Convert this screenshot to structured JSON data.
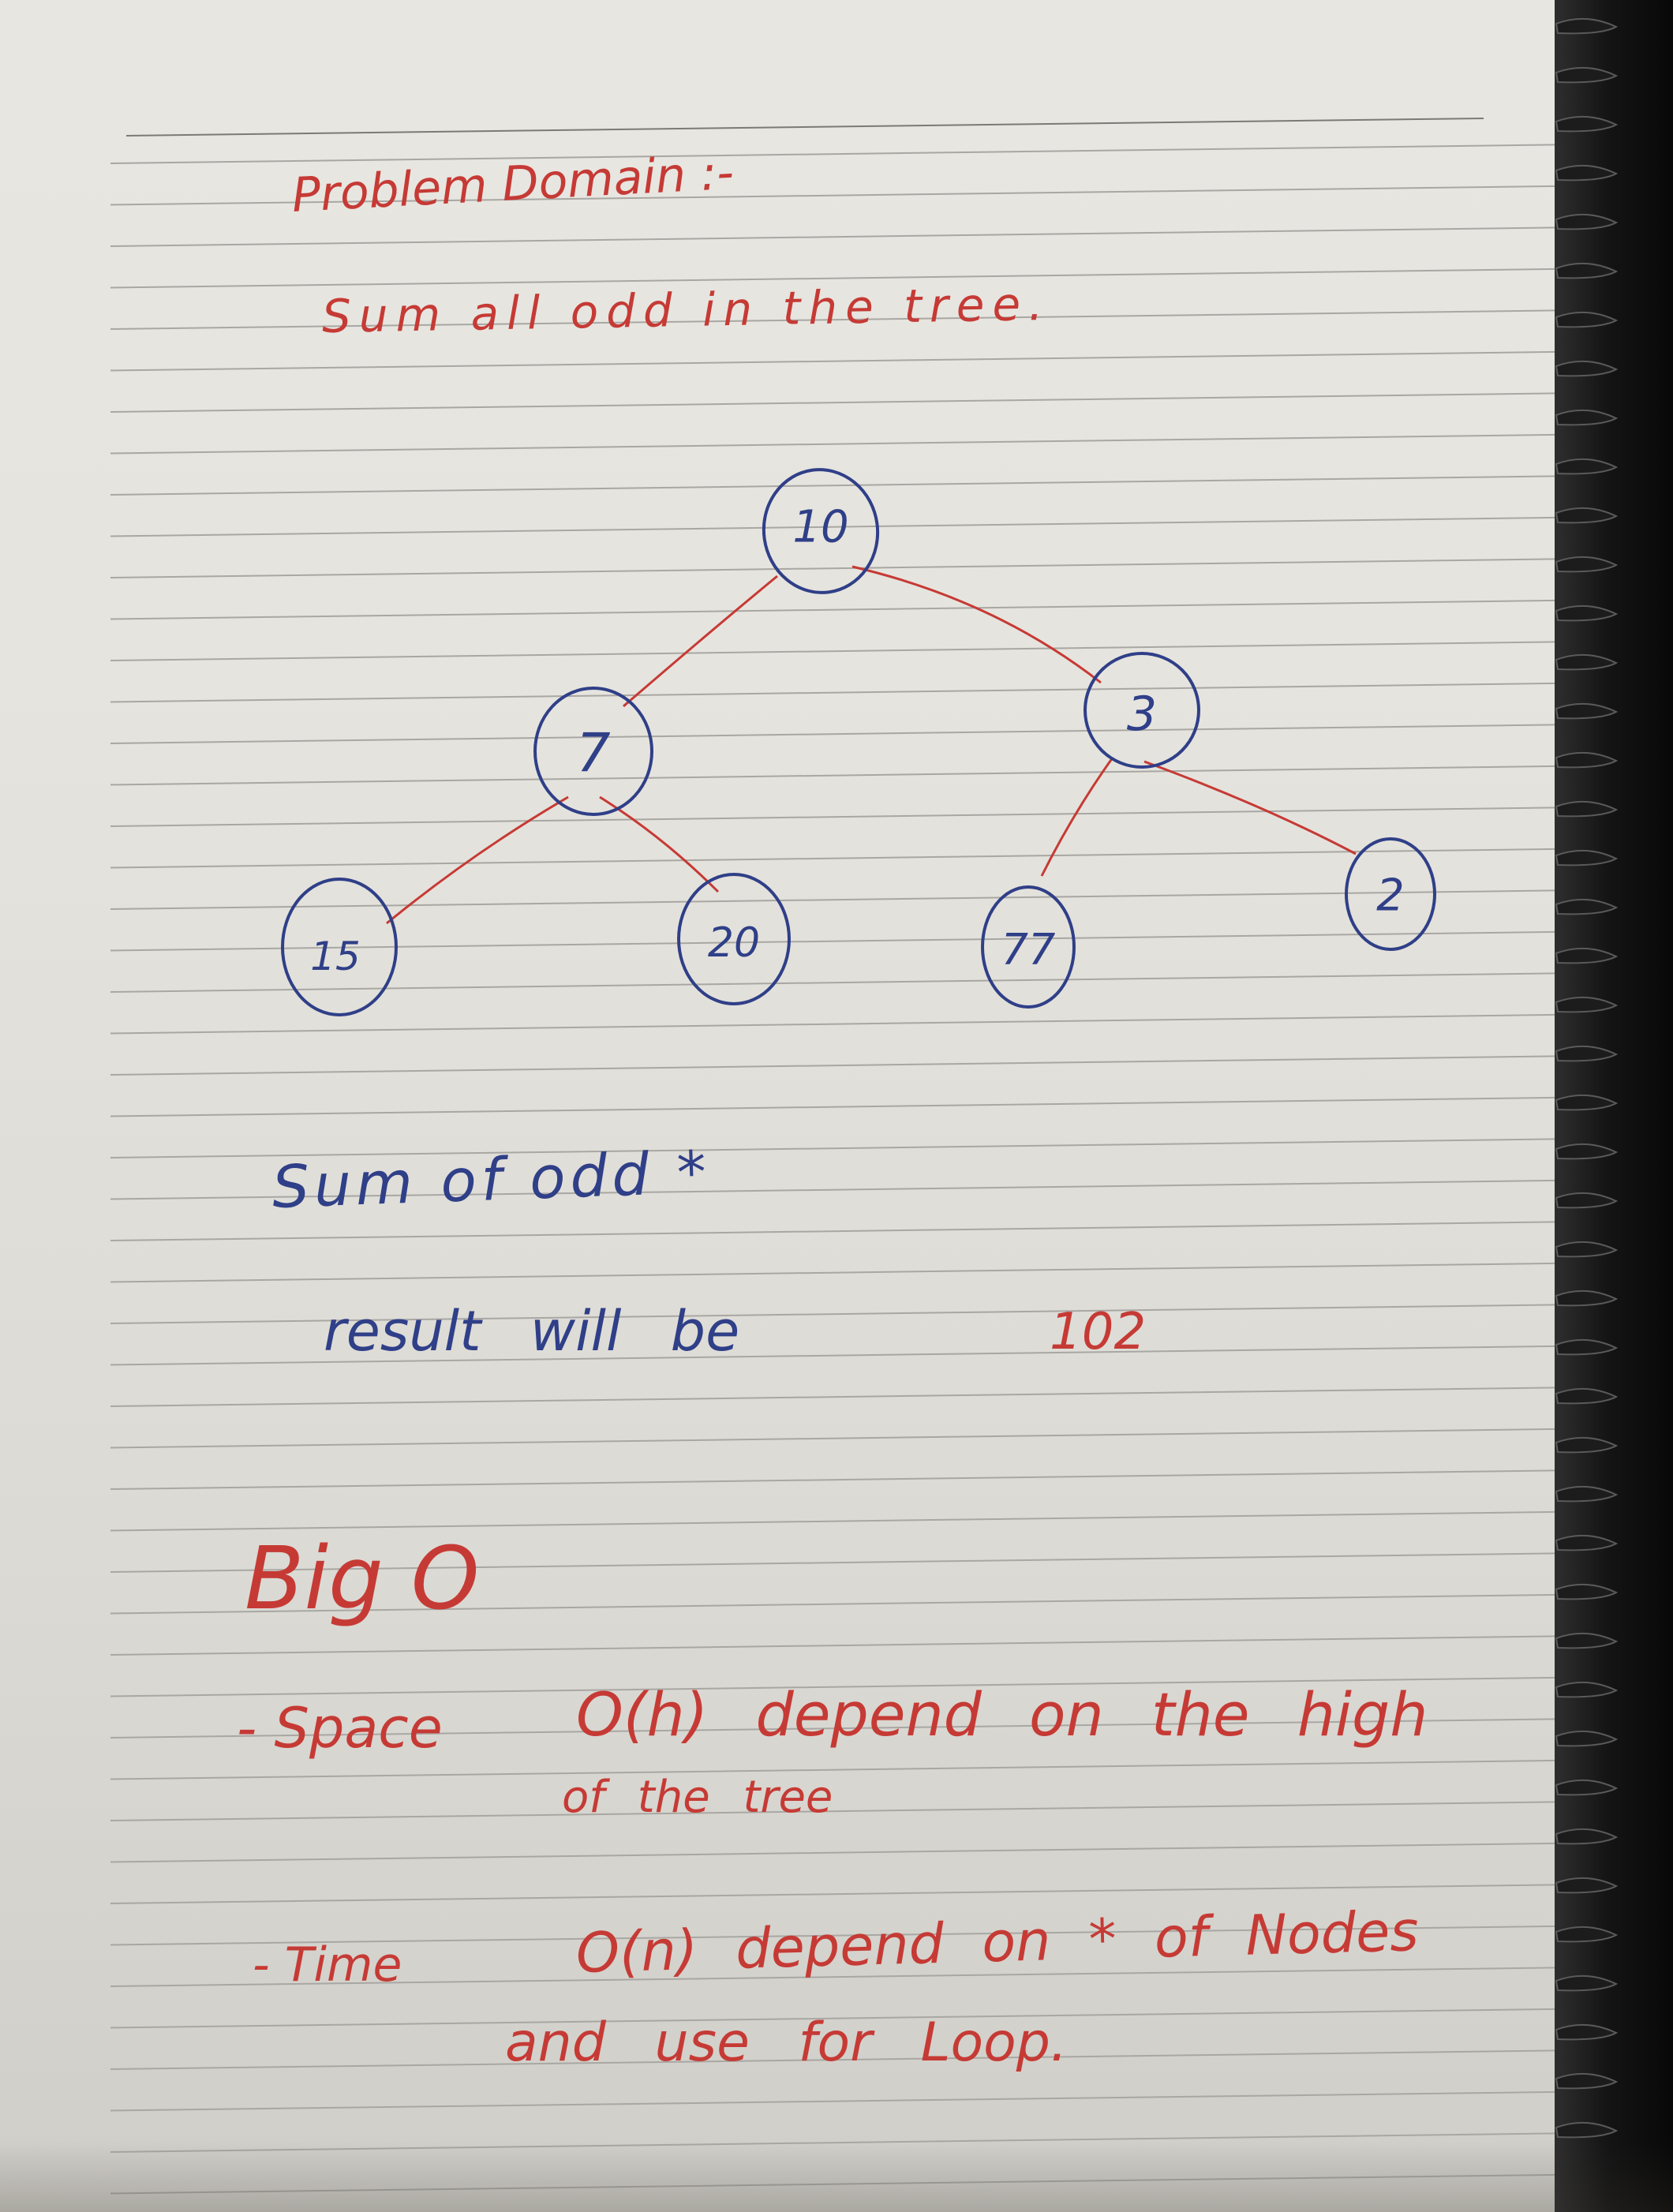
{
  "heading": "Problem Domain :-",
  "problem_statement": "Sum all odd in the tree.",
  "tree": {
    "root": "10",
    "left": "7",
    "right": "3",
    "left_left": "15",
    "left_right": "20",
    "right_left": "77",
    "right_right": "2"
  },
  "sum_heading": "Sum of odd *",
  "result_label": "result will be",
  "result_value": "102",
  "big_o_title": "Big O",
  "space": {
    "label": "- Space",
    "text": "O(h) depend on the high",
    "continuation": "of the tree"
  },
  "time": {
    "label": "- Time",
    "text": "O(n) depend on * of Nodes",
    "continuation": "and use for Loop."
  },
  "colors": {
    "red_ink": "#c63a35",
    "blue_ink": "#2f3f88",
    "paper": "#e6e4de",
    "rule_line": "#a9a7a3",
    "binding": "#111111"
  }
}
